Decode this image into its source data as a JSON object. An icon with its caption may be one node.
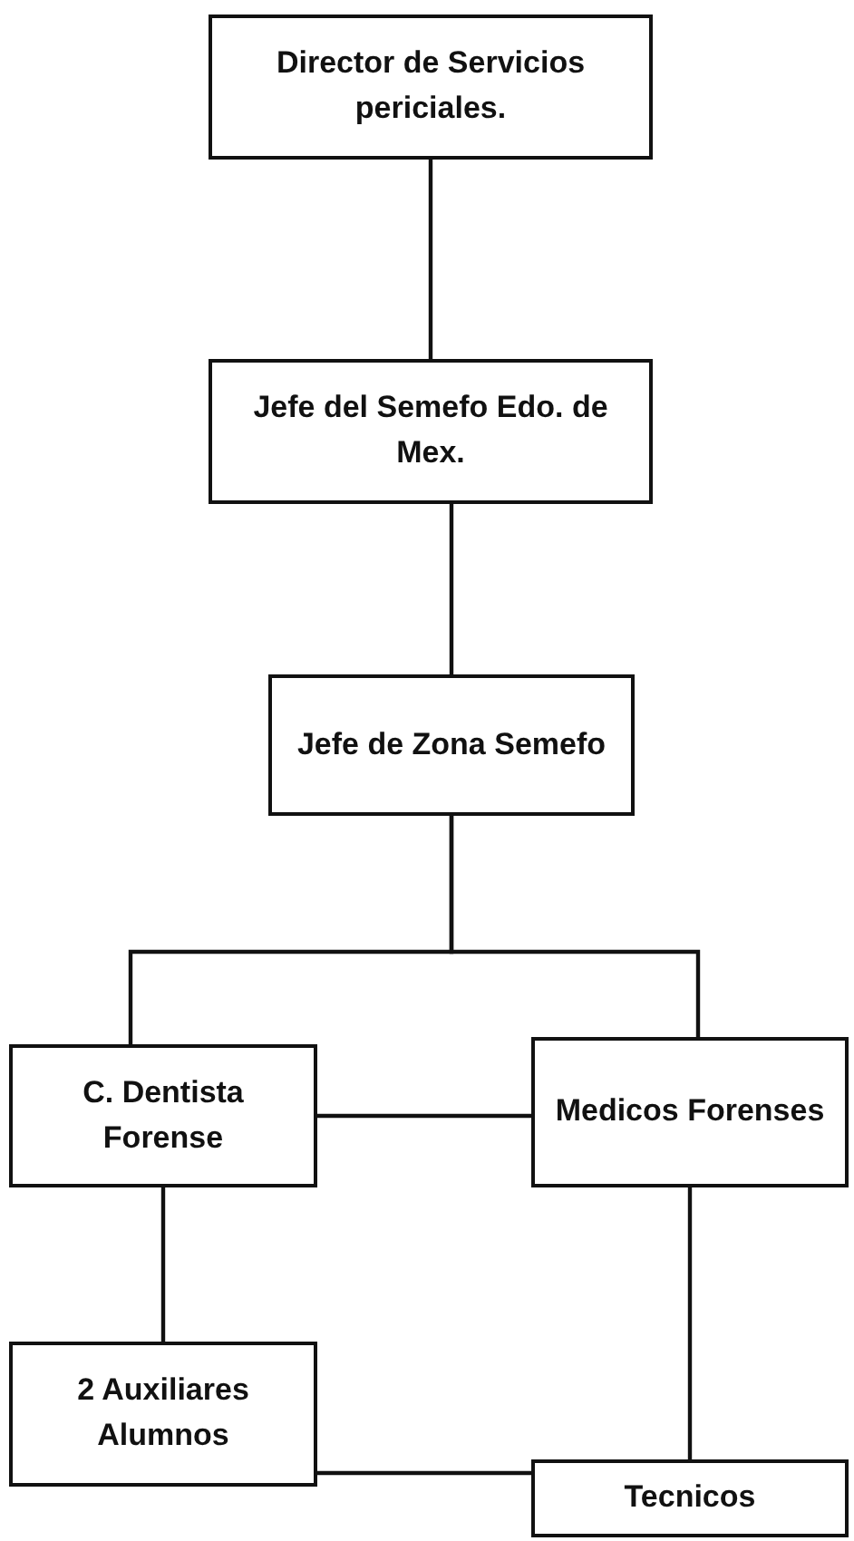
{
  "diagram": {
    "nodes": [
      {
        "text": [
          "Director de Servicios periciales."
        ]
      },
      {
        "text": [
          "Jefe del Semefo Edo. de Mex."
        ]
      },
      {
        "text": [
          "Jefe de Zona Semefo"
        ]
      },
      {
        "text": [
          "C. Dentista Forense"
        ]
      },
      {
        "text": [
          "Medicos Forenses"
        ]
      },
      {
        "text": [
          "2 Auxiliares Alumnos"
        ]
      },
      {
        "text": [
          "Tecnicos"
        ]
      }
    ],
    "edges": [
      {
        "from": 0,
        "to": 1,
        "arrow": "none"
      },
      {
        "from": 1,
        "to": 2,
        "arrow": "none"
      },
      {
        "from": 2,
        "to": 3,
        "arrow": "none"
      },
      {
        "from": 2,
        "to": 4,
        "arrow": "none"
      },
      {
        "from": 3,
        "to": 4,
        "arrow": "none"
      },
      {
        "from": 3,
        "to": 5,
        "arrow": "none"
      },
      {
        "from": 4,
        "to": 6,
        "arrow": "none"
      },
      {
        "from": 5,
        "to": 6,
        "arrow": "none"
      }
    ]
  }
}
